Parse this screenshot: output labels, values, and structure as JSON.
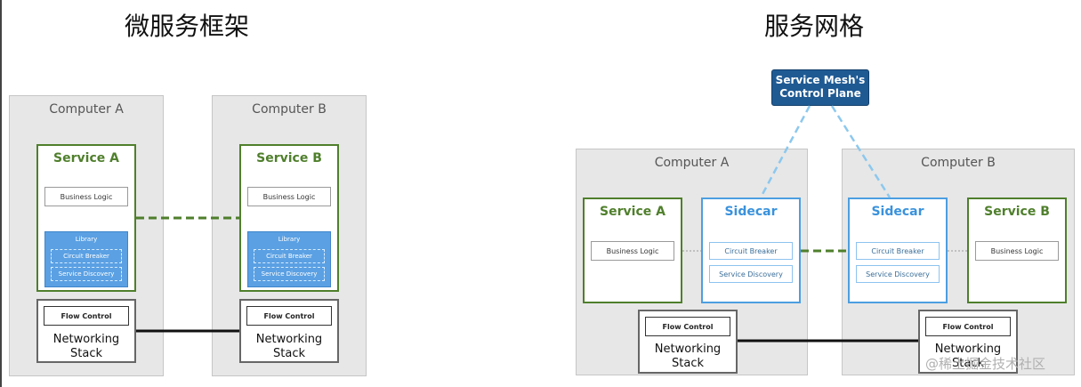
{
  "left_title": "微服务框架",
  "right_title": "服务网格",
  "left_diagram": {
    "computer_a": "Computer A",
    "computer_b": "Computer B",
    "service_a": "Service A",
    "service_b": "Service B",
    "business_logic": "Business Logic",
    "library": "Library",
    "circuit_breaker": "Circuit Breaker",
    "service_discovery": "Service Discovery",
    "flow_control": "Flow Control",
    "networking": "Networking",
    "stack": "Stack"
  },
  "right_diagram": {
    "control_plane_line1": "Service Mesh's",
    "control_plane_line2": "Control Plane",
    "computer_a": "Computer A",
    "computer_b": "Computer B",
    "service_a": "Service A",
    "service_b": "Service B",
    "sidecar": "Sidecar",
    "business_logic": "Business Logic",
    "circuit_breaker": "Circuit Breaker",
    "service_discovery": "Service Discovery",
    "flow_control": "Flow Control",
    "networking": "Networking",
    "stack": "Stack"
  },
  "watermark": "@稀土掘金技术社区",
  "colors": {
    "service_green": "#4f7f2c",
    "sidecar_blue": "#3a92dc",
    "library_blue": "#5aa0e3",
    "control_plane_navy": "#1f5a93",
    "computer_gray": "#e7e7e7"
  }
}
